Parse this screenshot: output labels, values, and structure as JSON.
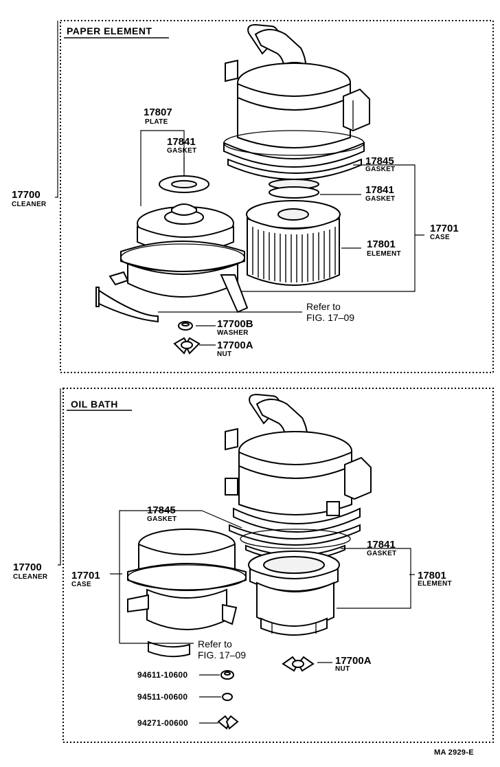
{
  "sections": {
    "paper": {
      "title": "PAPER ELEMENT",
      "cleaner": {
        "number": "17700",
        "name": "CLEANER"
      },
      "plate": {
        "number": "17807",
        "name": "PLATE"
      },
      "gasket_top": {
        "number": "17841",
        "name": "GASKET"
      },
      "gasket_case": {
        "number": "17845",
        "name": "GASKET"
      },
      "gasket_mid": {
        "number": "17841",
        "name": "GASKET"
      },
      "case": {
        "number": "17701",
        "name": "CASE"
      },
      "element": {
        "number": "17801",
        "name": "ELEMENT"
      },
      "refer": {
        "line1": "Refer to",
        "line2": "FIG. 17–09"
      },
      "washer": {
        "number": "17700B",
        "name": "WASHER"
      },
      "nut": {
        "number": "17700A",
        "name": "NUT"
      }
    },
    "oil": {
      "title": "OIL BATH",
      "cleaner": {
        "number": "17700",
        "name": "CLEANER"
      },
      "gasket_case": {
        "number": "17845",
        "name": "GASKET"
      },
      "case": {
        "number": "17701",
        "name": "CASE"
      },
      "gasket": {
        "number": "17841",
        "name": "GASKET"
      },
      "element": {
        "number": "17801",
        "name": "ELEMENT"
      },
      "refer": {
        "line1": "Refer to",
        "line2": "FIG. 17–09"
      },
      "nut": {
        "number": "17700A",
        "name": "NUT"
      },
      "part1": "94611-10600",
      "part2": "94511-00600",
      "part3": "94271-00600"
    }
  },
  "footer": {
    "code": "MA 2929-E"
  }
}
